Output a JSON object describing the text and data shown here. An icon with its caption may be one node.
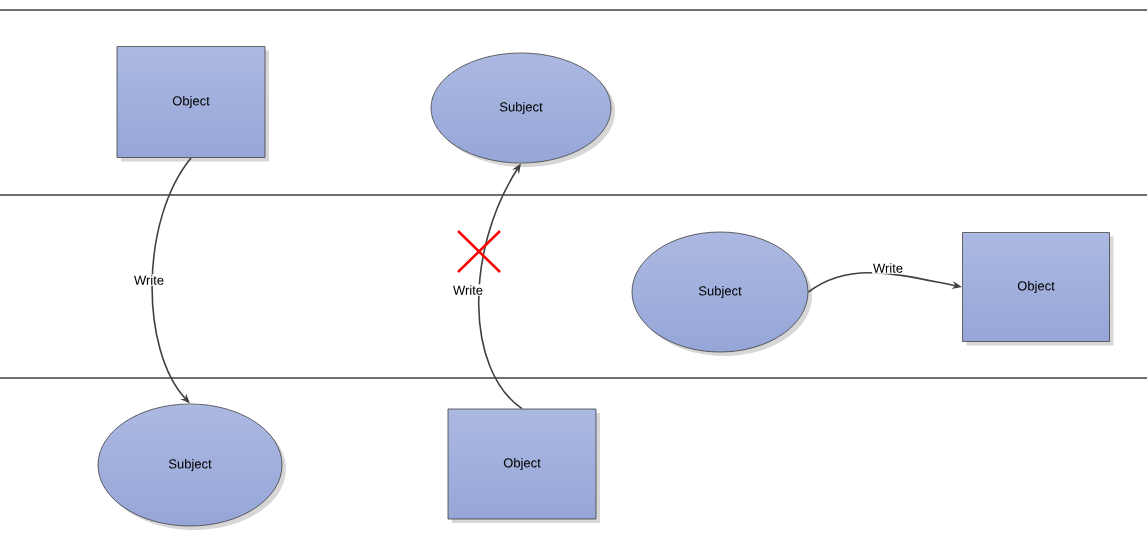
{
  "diagram": {
    "nodes": [
      {
        "text": [
          "Object"
        ]
      },
      {
        "text": [
          "Subject"
        ]
      },
      {
        "text": [
          "Subject"
        ]
      },
      {
        "text": [
          "Object"
        ]
      },
      {
        "text": [
          "Subject"
        ]
      },
      {
        "text": [
          "Object"
        ]
      }
    ],
    "edges": [
      {
        "from": 0,
        "to": 4,
        "arrow": "to",
        "label": "Write"
      },
      {
        "from": 5,
        "to": 1,
        "arrow": "to",
        "label": "Write"
      },
      {
        "from": 2,
        "to": 3,
        "arrow": "to",
        "label": "Write"
      }
    ]
  }
}
